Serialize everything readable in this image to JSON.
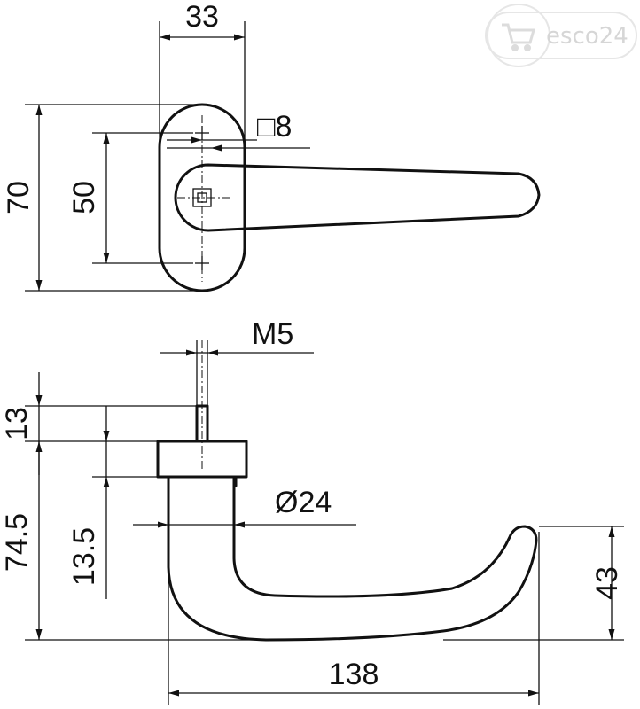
{
  "watermark": {
    "text": "esco24",
    "icon": "shopping-cart-icon",
    "color": "#d6d6d6"
  },
  "dimensions": {
    "rose_width": "33",
    "square_spindle": "□8",
    "rose_height": "70",
    "screw_spacing": "50",
    "thread": "M5",
    "spindle_length": "13",
    "total_height": "74.5",
    "neck_height": "13.5",
    "lever_diameter": "Ø24",
    "tip_height": "43",
    "projection": "138"
  },
  "colors": {
    "line": "#111111",
    "background": "#ffffff"
  }
}
